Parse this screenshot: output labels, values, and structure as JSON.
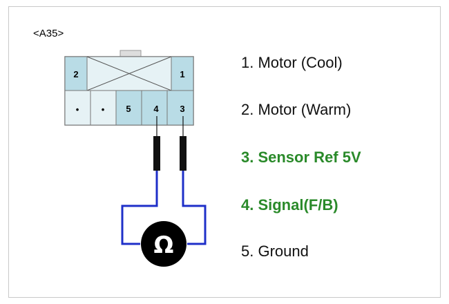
{
  "connector": {
    "label": "<A35>",
    "top_row": {
      "left_pin": "2",
      "right_pin": "1"
    },
    "bottom_row": [
      "•",
      "•",
      "5",
      "4",
      "3"
    ]
  },
  "meter": {
    "symbol": "Ω"
  },
  "legend": {
    "items": [
      {
        "text": "1. Motor (Cool)",
        "highlight": false
      },
      {
        "text": "2. Motor (Warm)",
        "highlight": false
      },
      {
        "text": "3. Sensor Ref 5V",
        "highlight": true
      },
      {
        "text": "4. Signal(F/B)",
        "highlight": true
      },
      {
        "text": "5. Ground",
        "highlight": false
      }
    ]
  },
  "colors": {
    "cell_blue": "#b9dce6",
    "cell_light": "#e6f2f5",
    "wire_blue": "#1e2fc8",
    "highlight_green": "#2a8a2a",
    "meter_fill": "#000000"
  }
}
